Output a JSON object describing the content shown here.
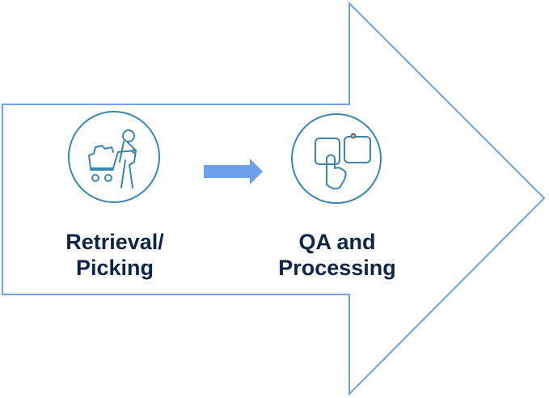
{
  "colors": {
    "outline": "#6fa0e6",
    "icon_stroke": "#3a86b0",
    "connector_fill": "#6fa0ec",
    "text": "#0f2547"
  },
  "steps": [
    {
      "icon": "shopping-cart-person-icon",
      "line1": "Retrieval/",
      "line2": "Picking"
    },
    {
      "icon": "touch-tap-icon",
      "line1": "QA and",
      "line2": "Processing"
    }
  ],
  "connector": {
    "icon": "right-arrow-icon"
  }
}
